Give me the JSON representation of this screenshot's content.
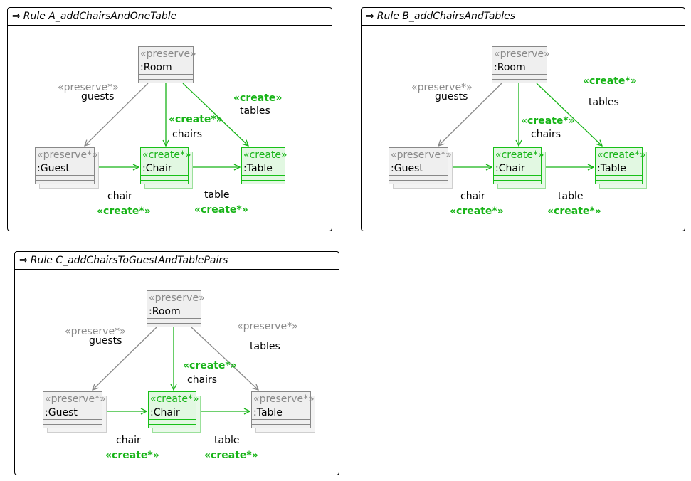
{
  "colors": {
    "create": "#18b418",
    "preserve": "#8a8a8a",
    "border": "#000000"
  },
  "rules": [
    {
      "title": "Rule A_addChairsAndOneTable",
      "icon": "arrow-right-icon",
      "nodes": {
        "room": {
          "stereo": "«preserve»",
          "name": ":Room",
          "kind": "preserve",
          "multi": false
        },
        "guest": {
          "stereo": "«preserve*»",
          "name": ":Guest",
          "kind": "preserve",
          "multi": true
        },
        "chair": {
          "stereo": "«create*»",
          "name": ":Chair",
          "kind": "create",
          "multi": true
        },
        "table": {
          "stereo": "«create»",
          "name": ":Table",
          "kind": "create",
          "multi": false
        }
      },
      "edges": {
        "guests": {
          "name": "guests",
          "stereo": "«preserve*»",
          "kind": "preserve"
        },
        "chairs": {
          "name": "chairs",
          "stereo": "«create*»",
          "kind": "create"
        },
        "tables": {
          "name": "tables",
          "stereo": "«create»",
          "kind": "create"
        },
        "chair": {
          "name": "chair",
          "stereo": "«create*»",
          "kind": "create"
        },
        "table": {
          "name": "table",
          "stereo": "«create*»",
          "kind": "create"
        }
      }
    },
    {
      "title": "Rule B_addChairsAndTables",
      "icon": "arrow-right-icon",
      "nodes": {
        "room": {
          "stereo": "«preserve»",
          "name": ":Room",
          "kind": "preserve",
          "multi": false
        },
        "guest": {
          "stereo": "«preserve*»",
          "name": ":Guest",
          "kind": "preserve",
          "multi": true
        },
        "chair": {
          "stereo": "«create*»",
          "name": ":Chair",
          "kind": "create",
          "multi": true
        },
        "table": {
          "stereo": "«create*»",
          "name": ":Table",
          "kind": "create",
          "multi": true
        }
      },
      "edges": {
        "guests": {
          "name": "guests",
          "stereo": "«preserve*»",
          "kind": "preserve"
        },
        "chairs": {
          "name": "chairs",
          "stereo": "«create*»",
          "kind": "create"
        },
        "tables": {
          "name": "tables",
          "stereo": "«create*»",
          "kind": "create"
        },
        "chair": {
          "name": "chair",
          "stereo": "«create*»",
          "kind": "create"
        },
        "table": {
          "name": "table",
          "stereo": "«create*»",
          "kind": "create"
        }
      }
    },
    {
      "title": "Rule C_addChairsToGuestAndTablePairs",
      "icon": "arrow-right-icon",
      "nodes": {
        "room": {
          "stereo": "«preserve»",
          "name": ":Room",
          "kind": "preserve",
          "multi": false
        },
        "guest": {
          "stereo": "«preserve*»",
          "name": ":Guest",
          "kind": "preserve",
          "multi": true
        },
        "chair": {
          "stereo": "«create*»",
          "name": ":Chair",
          "kind": "create",
          "multi": true
        },
        "table": {
          "stereo": "«preserve*»",
          "name": ":Table",
          "kind": "preserve",
          "multi": true
        }
      },
      "edges": {
        "guests": {
          "name": "guests",
          "stereo": "«preserve*»",
          "kind": "preserve"
        },
        "chairs": {
          "name": "chairs",
          "stereo": "«create*»",
          "kind": "create"
        },
        "tables": {
          "name": "tables",
          "stereo": "«preserve*»",
          "kind": "preserve"
        },
        "chair": {
          "name": "chair",
          "stereo": "«create*»",
          "kind": "create"
        },
        "table": {
          "name": "table",
          "stereo": "«create*»",
          "kind": "create"
        }
      }
    }
  ]
}
